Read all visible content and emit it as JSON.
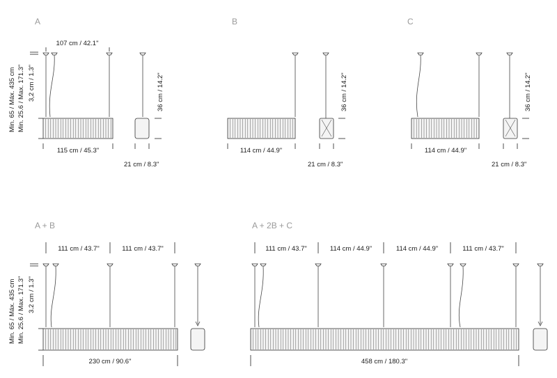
{
  "sections": {
    "a": "A",
    "b": "B",
    "c": "C",
    "ab": "A + B",
    "a2bc": "A + 2B + C"
  },
  "dims": {
    "height_range": "Min. 65 / Máx. 435 cm",
    "height_range_in": "Min. 25.6 / Max. 171.3\"",
    "shade_h": "3,2 cm / 1.3\"",
    "shade_h_ab": "3.2 cm / 1.3\"",
    "side_h": "36 cm / 14.2\"",
    "depth": "21 cm / 8.3\"",
    "a_top": "107 cm / 42.1\"",
    "a_bottom": "115 cm / 45.3\"",
    "b_bottom": "114 cm / 44.9\"",
    "c_bottom": "114 cm / 44.9\"",
    "ab_top1": "111 cm / 43.7\"",
    "ab_top2": "111 cm / 43.7\"",
    "ab_bottom": "230 cm / 90.6\"",
    "x_top1": "111 cm / 43.7\"",
    "x_top2": "114 cm / 44.9\"",
    "x_top3": "114 cm / 44.9\"",
    "x_top4": "111 cm / 43.7\"",
    "x_bottom": "458 cm / 180.3\""
  }
}
